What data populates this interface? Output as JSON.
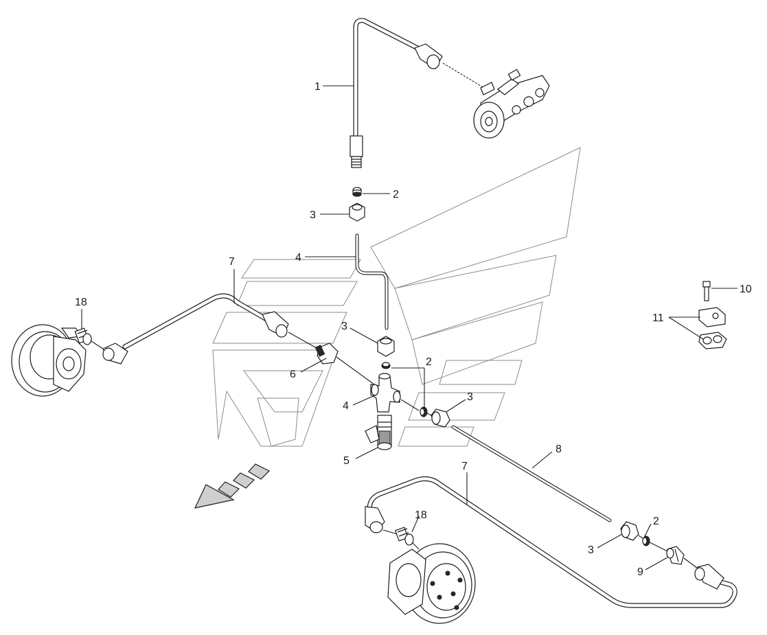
{
  "callouts": {
    "c1": "1",
    "c2a": "2",
    "c3a": "3",
    "c4a": "4",
    "c7a": "7",
    "c18a": "18",
    "c3b": "3",
    "c2b": "2",
    "c6": "6",
    "c4b": "4",
    "c3c": "3",
    "c5": "5",
    "c8": "8",
    "c7b": "7",
    "c18b": "18",
    "c2c": "2",
    "c3d": "3",
    "c9": "9",
    "c10": "10",
    "c11": "11"
  },
  "colors": {
    "line": "#1a1a1a",
    "watermark": "#8a8a8a",
    "background": "#ffffff"
  }
}
